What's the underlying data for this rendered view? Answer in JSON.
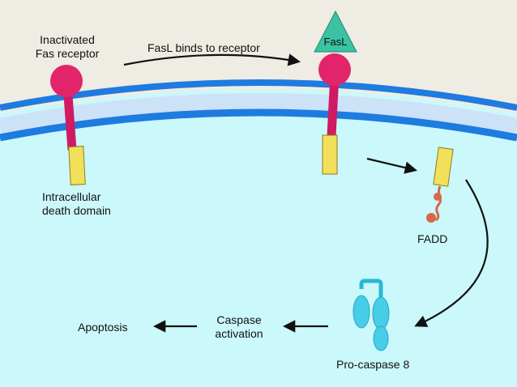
{
  "labels": {
    "inactivated": [
      "Inactivated",
      "Fas receptor"
    ],
    "fasl_binds": "FasL binds to receptor",
    "fasl": "FasL",
    "intracellular": [
      "Intracellular",
      "death domain"
    ],
    "fadd": "FADD",
    "procaspase": "Pro-caspase 8",
    "caspase": [
      "Caspase",
      "activation"
    ],
    "apoptosis": "Apoptosis"
  },
  "colors": {
    "background": "#efece3",
    "cytoplasm": "#cbf8fb",
    "membrane_outer": "#1e7be0",
    "membrane_inner": "#cbe2f7",
    "receptor_head": "#e2246b",
    "receptor_stalk": "#d01a62",
    "death_domain": "#f2e05a",
    "fasl": "#3cc2a2",
    "fadd": "#d9664a",
    "procaspase": "#48cde8",
    "arrow": "#111111"
  }
}
